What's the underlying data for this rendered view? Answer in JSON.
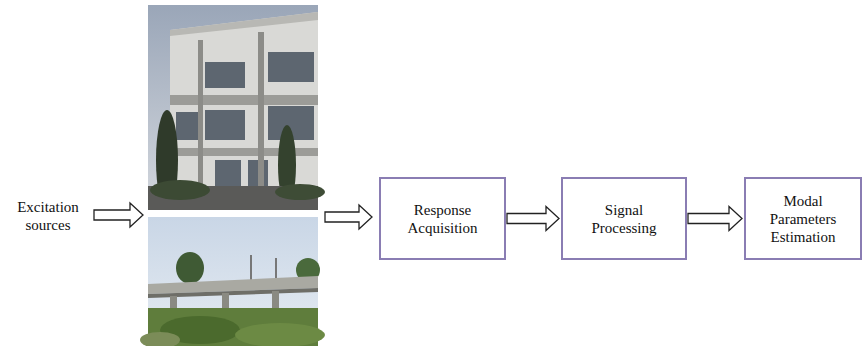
{
  "diagram": {
    "nodes": [
      {
        "text": [
          "Response Acquisition"
        ]
      },
      {
        "text": [
          "Signal Processing"
        ]
      },
      {
        "text": [
          "Modal Parameters Estimation"
        ]
      }
    ],
    "edges": [
      {
        "from": 0,
        "to": 1,
        "arrow": "to"
      },
      {
        "from": 1,
        "to": 2,
        "arrow": "to"
      }
    ],
    "labels": [
      "Excitation sources"
    ]
  }
}
